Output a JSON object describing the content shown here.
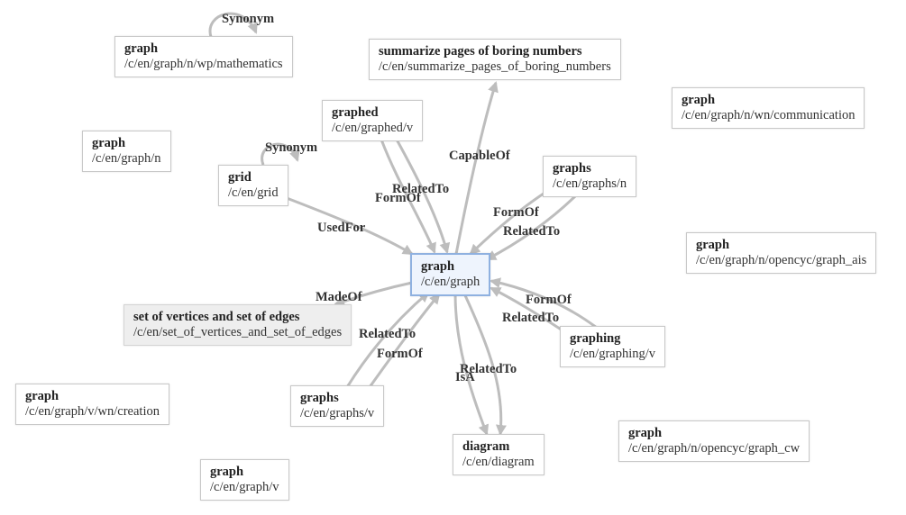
{
  "nodes": [
    {
      "id": "n1",
      "title": "graph",
      "uri": "/c/en/graph/n/wp/mathematics"
    },
    {
      "id": "n2",
      "title": "summarize pages of boring numbers",
      "uri": "/c/en/summarize_pages_of_boring_numbers"
    },
    {
      "id": "n3",
      "title": "graph",
      "uri": "/c/en/graph/n/wn/communication"
    },
    {
      "id": "n4",
      "title": "graphed",
      "uri": "/c/en/graphed/v"
    },
    {
      "id": "n5",
      "title": "graph",
      "uri": "/c/en/graph/n"
    },
    {
      "id": "n6",
      "title": "grid",
      "uri": "/c/en/grid"
    },
    {
      "id": "n7",
      "title": "graphs",
      "uri": "/c/en/graphs/n"
    },
    {
      "id": "n8",
      "title": "graph",
      "uri": "/c/en/graph/n/opencyc/graph_ais"
    },
    {
      "id": "n9",
      "title": "graph",
      "uri": "/c/en/graph"
    },
    {
      "id": "n10",
      "title": "set of vertices and set of edges",
      "uri": "/c/en/set_of_vertices_and_set_of_edges"
    },
    {
      "id": "n11",
      "title": "graphing",
      "uri": "/c/en/graphing/v"
    },
    {
      "id": "n12",
      "title": "graph",
      "uri": "/c/en/graph/v/wn/creation"
    },
    {
      "id": "n13",
      "title": "graphs",
      "uri": "/c/en/graphs/v"
    },
    {
      "id": "n14",
      "title": "diagram",
      "uri": "/c/en/diagram"
    },
    {
      "id": "n15",
      "title": "graph",
      "uri": "/c/en/graph/n/opencyc/graph_cw"
    },
    {
      "id": "n16",
      "title": "graph",
      "uri": "/c/en/graph/v"
    }
  ],
  "edges": [
    {
      "id": "e1",
      "label": "Synonym",
      "from": "n1",
      "to": "n1"
    },
    {
      "id": "e2",
      "label": "Synonym",
      "from": "n6",
      "to": "n6"
    },
    {
      "id": "e3",
      "label": "CapableOf",
      "from": "n9",
      "to": "n2"
    },
    {
      "id": "e4",
      "label": "FormOf",
      "from": "n4",
      "to": "n9"
    },
    {
      "id": "e5",
      "label": "RelatedTo",
      "from": "n4",
      "to": "n9"
    },
    {
      "id": "e6",
      "label": "UsedFor",
      "from": "n6",
      "to": "n9"
    },
    {
      "id": "e7",
      "label": "FormOf",
      "from": "n7",
      "to": "n9"
    },
    {
      "id": "e8",
      "label": "RelatedTo",
      "from": "n7",
      "to": "n9"
    },
    {
      "id": "e9",
      "label": "MadeOf",
      "from": "n9",
      "to": "n10"
    },
    {
      "id": "e10",
      "label": "FormOf",
      "from": "n11",
      "to": "n9"
    },
    {
      "id": "e11",
      "label": "RelatedTo",
      "from": "n11",
      "to": "n9"
    },
    {
      "id": "e12",
      "label": "RelatedTo",
      "from": "n13",
      "to": "n9"
    },
    {
      "id": "e13",
      "label": "FormOf",
      "from": "n13",
      "to": "n9"
    },
    {
      "id": "e14",
      "label": "RelatedTo",
      "from": "n9",
      "to": "n14"
    },
    {
      "id": "e15",
      "label": "IsA",
      "from": "n9",
      "to": "n14"
    }
  ]
}
